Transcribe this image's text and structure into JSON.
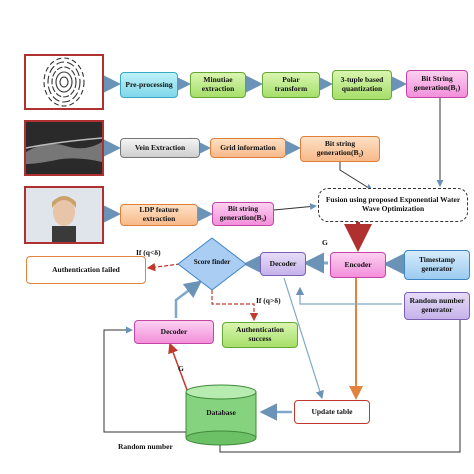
{
  "nodes": {
    "preprocessing": "Pre-processing",
    "minutiae": "Minutiae extraction",
    "polar": "Polar transform",
    "tuple": "3-tuple based quantization",
    "bit1": "Bit String generation(B₁)",
    "vein": "Vein Extraction",
    "grid": "Grid information",
    "bit2": "Bit string generation(B₂)",
    "ldp": "LDP feature extraction",
    "bit3": "Bit string generation(B₃)",
    "fusion": "Fusion using proposed Exponential Water Wave Optimization",
    "score": "Score finder",
    "decoder_top": "Decoder",
    "encoder": "Encoder",
    "timestamp": "Timestamp generator",
    "random_gen": "Random number generator",
    "auth_failed": "Authentication failed",
    "auth_success": "Authentication success",
    "decoder_bottom": "Decoder",
    "database": "Database",
    "update_table": "Update table"
  },
  "labels": {
    "if_fail": "If (q<δ)",
    "if_success": "If (q>δ)",
    "g_top": "G",
    "g_bottom": "G",
    "random_number": "Random number"
  },
  "colors": {
    "arrow": "#7fa8c9",
    "fusion_arrow": "#b03030",
    "loop": "#c0392b"
  }
}
